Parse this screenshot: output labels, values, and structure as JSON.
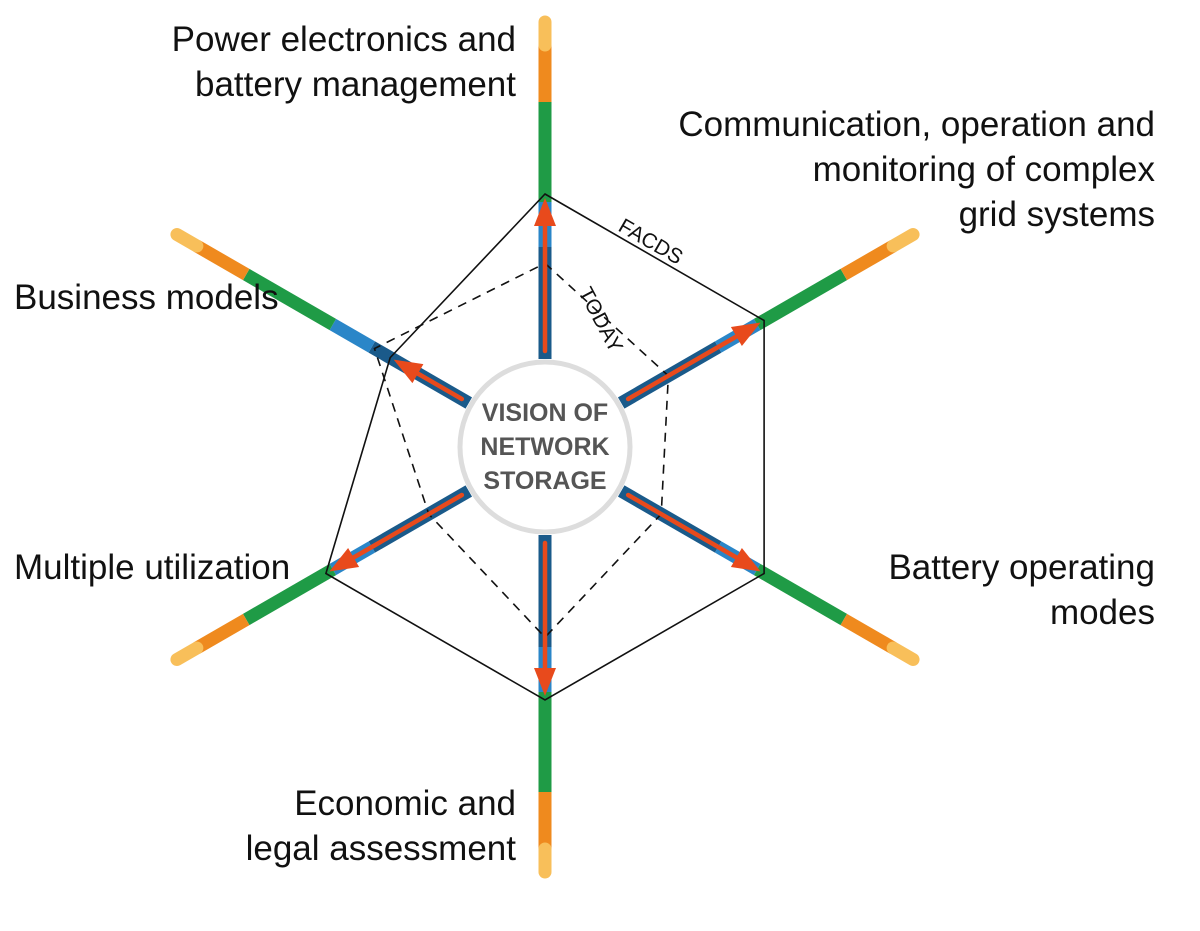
{
  "hub": {
    "lines": [
      "VISION OF",
      "NETWORK",
      "STORAGE"
    ],
    "ring_color": "#dddddd",
    "text_color": "#555555"
  },
  "rings": {
    "today_label": "TODAY",
    "facds_label": "FACDS"
  },
  "axes": [
    {
      "id": "power-electronics",
      "label_lines": [
        "Power electronics and",
        "battery management"
      ],
      "today": 0.58,
      "facds": 1.0
    },
    {
      "id": "communication",
      "label_lines": [
        "Communication, operation and",
        "monitoring of complex",
        "grid systems"
      ],
      "today": 0.33,
      "facds": 1.0
    },
    {
      "id": "battery-modes",
      "label_lines": [
        "Battery operating",
        "modes"
      ],
      "today": 0.28,
      "facds": 1.0
    },
    {
      "id": "economic-legal",
      "label_lines": [
        "Economic and",
        "legal assessment"
      ],
      "today": 0.62,
      "facds": 1.0
    },
    {
      "id": "multiple-utilization",
      "label_lines": [
        "Multiple utilization"
      ],
      "today": 0.28,
      "facds": 1.0
    },
    {
      "id": "business-models",
      "label_lines": [
        "Business models"
      ],
      "today": 0.66,
      "facds": 0.55
    }
  ],
  "colors": {
    "blue_dark": "#1a5a8a",
    "blue": "#2a86c8",
    "green": "#1f9b46",
    "orange": "#ef8a1e",
    "orange_light": "#f8bf5a",
    "arrow": "#e84a1c",
    "outline": "#111111"
  }
}
